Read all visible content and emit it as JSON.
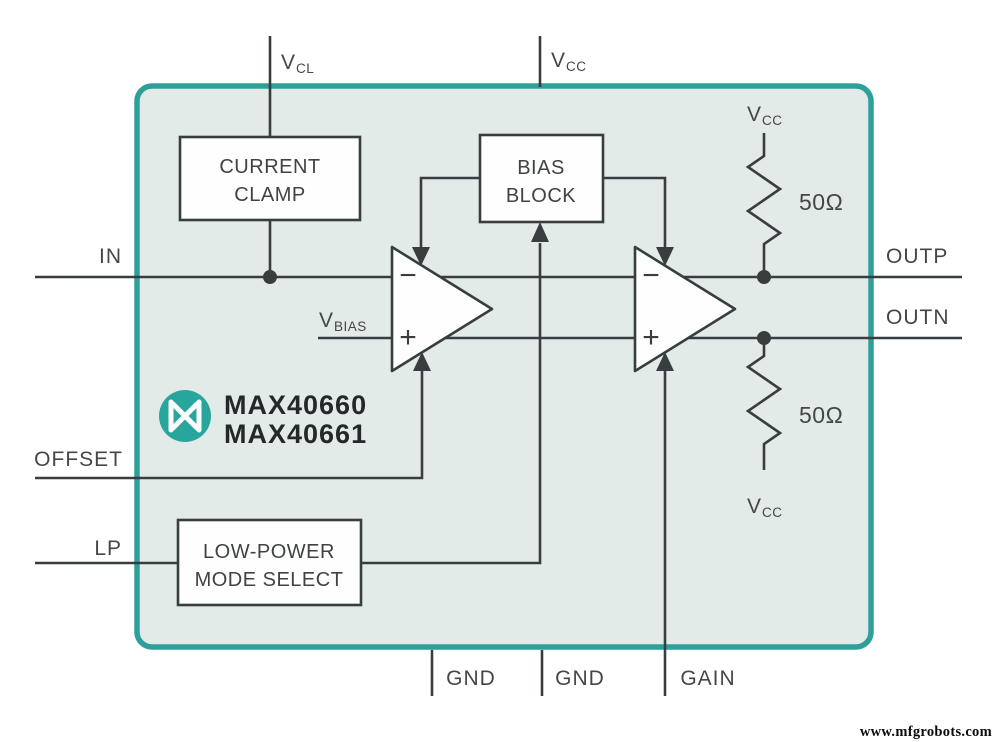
{
  "colors": {
    "box_border_teal": "#2f9f99",
    "box_fill": "#e2ebe8",
    "wire_dark": "#383d40",
    "logo_teal": "#28a69e",
    "text_gray": "#43474a"
  },
  "power": {
    "vcl": {
      "base": "V",
      "sub": "CL"
    },
    "vcc": {
      "base": "V",
      "sub": "CC"
    },
    "vbias": {
      "base": "V",
      "sub": "BIAS"
    }
  },
  "io": {
    "in": "IN",
    "offset": "OFFSET",
    "lp": "LP",
    "outp": "OUTP",
    "outn": "OUTN",
    "gnd": "GND",
    "gain": "GAIN"
  },
  "blocks": {
    "current_clamp": {
      "line1": "CURRENT",
      "line2": "CLAMP"
    },
    "bias_block": {
      "line1": "BIAS",
      "line2": "BLOCK"
    },
    "low_power": {
      "line1": "LOW-POWER",
      "line2": "MODE SELECT"
    }
  },
  "amplifier": {
    "inverting": "−",
    "noninverting": "+"
  },
  "resistors": {
    "value": "50Ω"
  },
  "branding": {
    "models": [
      "MAX40660",
      "MAX40661"
    ]
  },
  "watermark": "www.mfgrobots.com"
}
